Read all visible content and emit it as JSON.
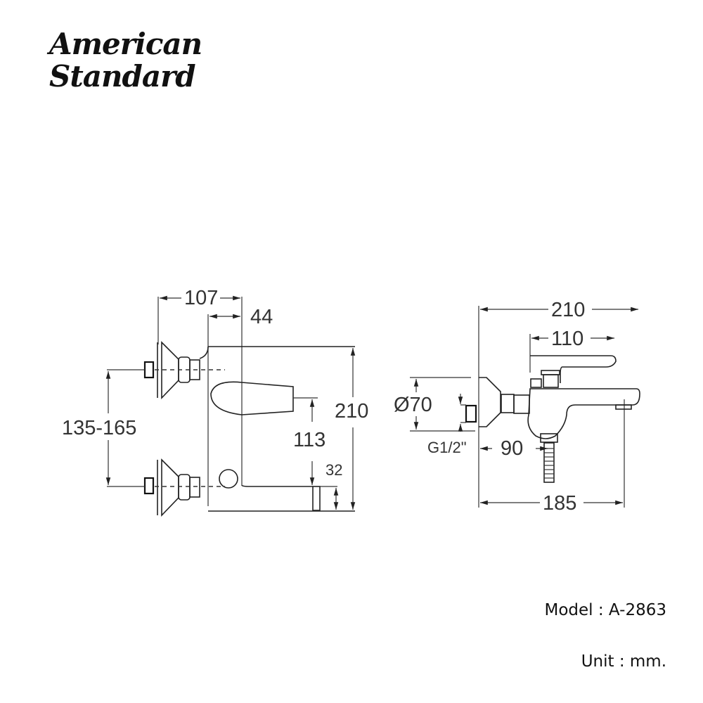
{
  "brand": {
    "line1": "American",
    "line2": "Standard"
  },
  "model_label": "Model : A-2863",
  "unit_label": "Unit : mm.",
  "side_view": {
    "dims": {
      "depth_total": "107",
      "body_depth": "44",
      "inlet_spacing": "135-165",
      "height_total": "210",
      "spout_height": "113",
      "spout_thickness": "32"
    }
  },
  "front_view": {
    "dims": {
      "width_total": "210",
      "handle_length": "110",
      "flange_diameter": "Ø70",
      "thread": "G1/2\"",
      "outlet_offset": "90",
      "spout_reach": "185"
    }
  }
}
